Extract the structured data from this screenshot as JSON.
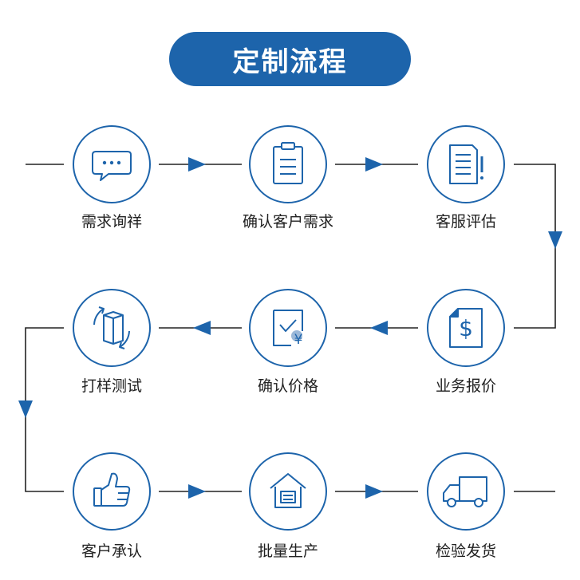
{
  "title": "定制流程",
  "colors": {
    "accent": "#1d64ab",
    "line": "#222222",
    "icon_stroke": "#1d64ab"
  },
  "steps": [
    {
      "label": "需求询祥",
      "icon": "chat-icon"
    },
    {
      "label": "确认客户需求",
      "icon": "clipboard-icon"
    },
    {
      "label": "客服评估",
      "icon": "document-alert-icon"
    },
    {
      "label": "业务报价",
      "icon": "document-dollar-icon"
    },
    {
      "label": "确认价格",
      "icon": "check-yuan-icon"
    },
    {
      "label": "打样测试",
      "icon": "box-rotate-icon"
    },
    {
      "label": "客户承认",
      "icon": "thumbs-up-icon"
    },
    {
      "label": "批量生产",
      "icon": "factory-icon"
    },
    {
      "label": "检验发货",
      "icon": "truck-icon"
    }
  ]
}
